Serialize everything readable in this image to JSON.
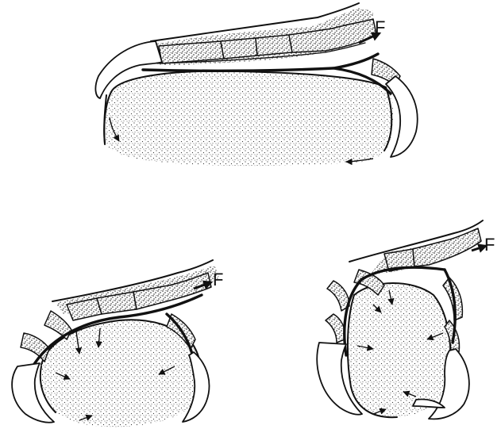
{
  "figure": {
    "panels": [
      {
        "id": "extended",
        "force_label": "F"
      },
      {
        "id": "flexed-medium",
        "force_label": "F"
      },
      {
        "id": "flexed-tight",
        "force_label": "F"
      }
    ]
  }
}
